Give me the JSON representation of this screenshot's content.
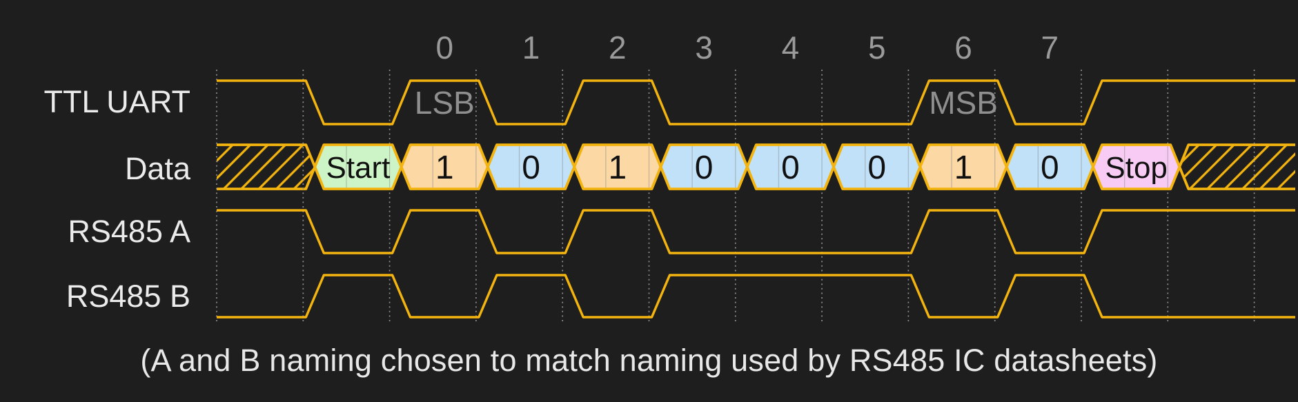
{
  "colors": {
    "background": "#1e1e1e",
    "signal": "#f3b40f",
    "grid": "#909090",
    "cell_inner_grid": "#8f8f8f",
    "bit_index_text": "#9a9a9a",
    "annotation_text": "#8f8f8f",
    "row_label_text": "#ebebeb",
    "caption_text": "#e8e8e8",
    "cell_text": "#111111",
    "cell_fills": {
      "green": "#cdf4c6",
      "orange": "#fcd8a4",
      "blue": "#c0e1f8",
      "pink": "#f7cbf3"
    }
  },
  "bit_indices": [
    "0",
    "1",
    "2",
    "3",
    "4",
    "5",
    "6",
    "7"
  ],
  "rows": [
    {
      "id": "ttl-uart",
      "label": "TTL UART",
      "type": "wave",
      "levels": [
        1,
        0,
        1,
        0,
        1,
        0,
        0,
        0,
        1,
        0,
        1,
        1
      ],
      "annotations": [
        {
          "text": "LSB",
          "bit": 0
        },
        {
          "text": "MSB",
          "bit": 6
        }
      ]
    },
    {
      "id": "data",
      "label": "Data",
      "type": "data",
      "cells": [
        {
          "kind": "hatch"
        },
        {
          "kind": "value",
          "text": "Start",
          "fill": "green",
          "size": "word"
        },
        {
          "kind": "value",
          "text": "1",
          "fill": "orange",
          "size": "digit"
        },
        {
          "kind": "value",
          "text": "0",
          "fill": "blue",
          "size": "digit"
        },
        {
          "kind": "value",
          "text": "1",
          "fill": "orange",
          "size": "digit"
        },
        {
          "kind": "value",
          "text": "0",
          "fill": "blue",
          "size": "digit"
        },
        {
          "kind": "value",
          "text": "0",
          "fill": "blue",
          "size": "digit"
        },
        {
          "kind": "value",
          "text": "0",
          "fill": "blue",
          "size": "digit"
        },
        {
          "kind": "value",
          "text": "1",
          "fill": "orange",
          "size": "digit"
        },
        {
          "kind": "value",
          "text": "0",
          "fill": "blue",
          "size": "digit"
        },
        {
          "kind": "value",
          "text": "Stop",
          "fill": "pink",
          "size": "word"
        },
        {
          "kind": "hatch"
        }
      ]
    },
    {
      "id": "rs485-a",
      "label": "RS485 A",
      "type": "wave",
      "levels": [
        1,
        0,
        1,
        0,
        1,
        0,
        0,
        0,
        1,
        0,
        1,
        1
      ],
      "annotations": []
    },
    {
      "id": "rs485-b",
      "label": "RS485 B",
      "type": "wave",
      "levels": [
        0,
        1,
        0,
        1,
        0,
        1,
        1,
        1,
        0,
        1,
        0,
        0
      ],
      "annotations": []
    }
  ],
  "caption": "(A and B naming chosen to match naming used by RS485 IC datasheets)"
}
